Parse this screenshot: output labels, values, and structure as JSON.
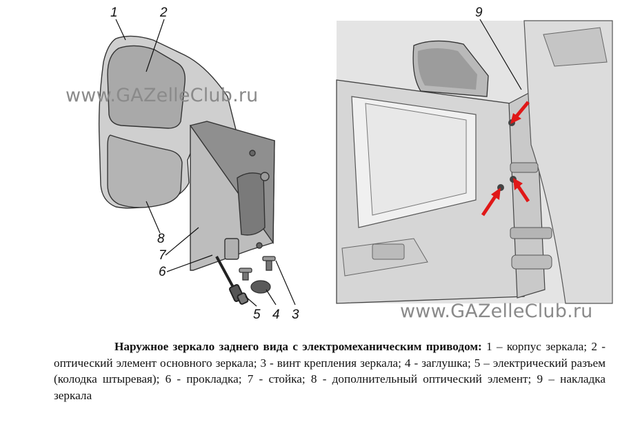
{
  "watermark": "www.GAZelleClub.ru",
  "callouts": [
    "1",
    "2",
    "3",
    "4",
    "5",
    "6",
    "7",
    "8",
    "9"
  ],
  "caption": {
    "title": "Наружное зеркало заднего вида с электромеханическим приводом:",
    "body": "1 – корпус зеркала; 2 - оптический элемент основного зеркала; 3 - винт крепления зеркала; 4 - заглушка; 5 – электрический разъем (колодка штыревая); 6 - прокладка; 7 - стойка; 8 - дополнительный оптический элемент; 9 – накладка зеркала"
  }
}
